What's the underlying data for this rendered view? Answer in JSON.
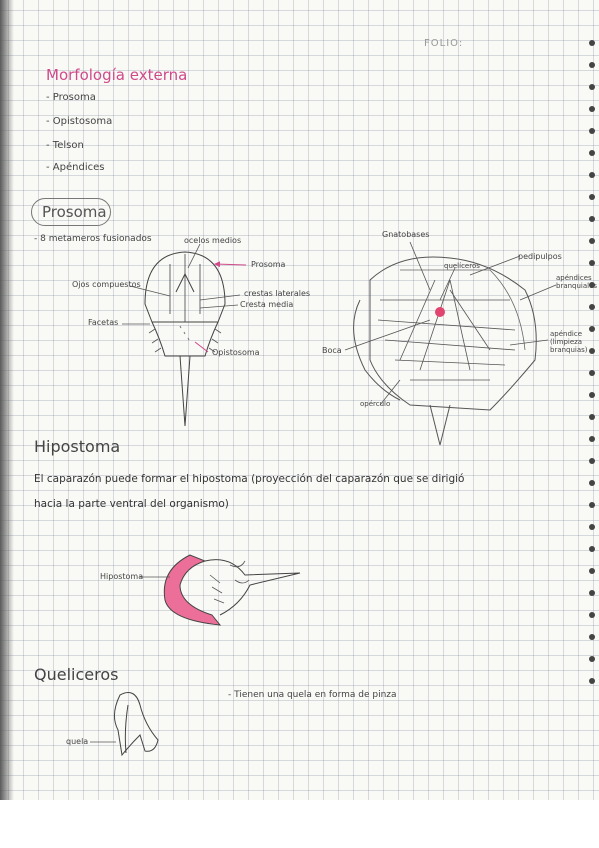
{
  "header": {
    "folio": "FOLIO:"
  },
  "morfologia": {
    "title": "Morfología externa",
    "items": [
      "- Prosoma",
      "- Opistosoma",
      "- Telson",
      "- Apéndices"
    ]
  },
  "prosoma": {
    "title": "Prosoma",
    "note": "- 8 metameros fusionados",
    "labels": {
      "ocelos": "ocelos medios",
      "prosoma": "Prosoma",
      "ojos": "Ojos compuestos",
      "crestas": "crestas laterales",
      "cresta_media": "Cresta media",
      "facetas": "Facetas",
      "opistosoma": "Opistosoma"
    }
  },
  "ventral": {
    "labels": {
      "gnatobases": "Gnatobases",
      "pedipulpos": "pedipulpos",
      "queliceros": "quelíceros",
      "apendices_branquiales": "apéndices branquiales",
      "boca": "Boca",
      "apendice_limpieza": "apéndice (limpieza branquias)",
      "opercula": "opérculo"
    }
  },
  "hipostoma": {
    "title": "Hipostoma",
    "line1": "El caparazón puede formar el hipostoma (proyección del caparazón que se dirigió",
    "line2": "hacia la parte ventral del organismo)",
    "label": "Hipostoma"
  },
  "queliceros": {
    "title": "Queliceros",
    "note": "- Tienen una quela en forma de pinza",
    "label": "quela"
  },
  "colors": {
    "pink": "#d04a8a",
    "ink": "#333333",
    "grid": "#8a94a6"
  }
}
